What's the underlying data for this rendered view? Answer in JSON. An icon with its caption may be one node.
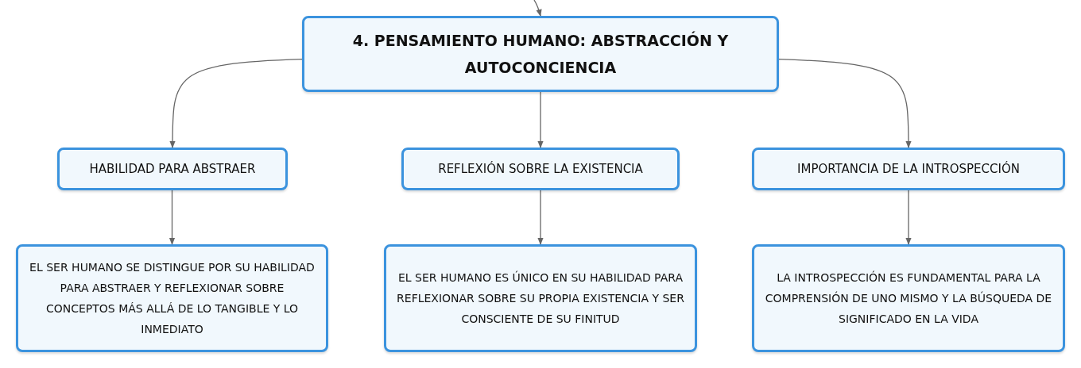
{
  "diagram": {
    "nodes": [
      {
        "text": [
          "4. PENSAMIENTO HUMANO: ABSTRACCIÓN Y AUTOCONCIENCIA"
        ]
      },
      {
        "text": [
          "HABILIDAD PARA ABSTRAER"
        ]
      },
      {
        "text": [
          "REFLEXIÓN SOBRE LA EXISTENCIA"
        ]
      },
      {
        "text": [
          "IMPORTANCIA DE LA INTROSPECCIÓN"
        ]
      },
      {
        "text": [
          "EL SER HUMANO SE DISTINGUE POR SU HABILIDAD PARA ABSTRAER Y REFLEXIONAR SOBRE CONCEPTOS MÁS ALLÁ DE LO TANGIBLE Y LO INMEDIATO"
        ]
      },
      {
        "text": [
          "EL SER HUMANO ES ÚNICO EN SU HABILIDAD PARA REFLEXIONAR SOBRE SU PROPIA EXISTENCIA Y SER CONSCIENTE DE SU FINITUD"
        ]
      },
      {
        "text": [
          "LA INTROSPECCIÓN ES FUNDAMENTAL PARA LA COMPRENSIÓN DE UNO MISMO Y LA BÚSQUEDA DE SIGNIFICADO EN LA VIDA"
        ]
      }
    ],
    "edges": [
      {
        "from": null,
        "to": 0,
        "arrow": "to"
      },
      {
        "from": 0,
        "to": 1,
        "arrow": "to"
      },
      {
        "from": 0,
        "to": 2,
        "arrow": "to"
      },
      {
        "from": 0,
        "to": 3,
        "arrow": "to"
      },
      {
        "from": 1,
        "to": 4,
        "arrow": "to"
      },
      {
        "from": 2,
        "to": 5,
        "arrow": "to"
      },
      {
        "from": 3,
        "to": 6,
        "arrow": "to"
      }
    ]
  }
}
